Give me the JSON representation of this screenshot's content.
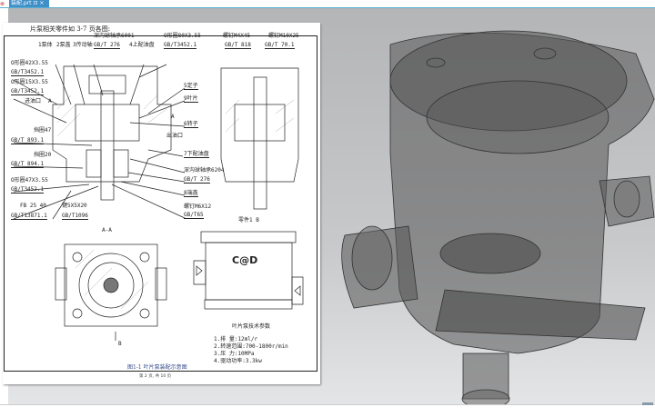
{
  "tab": {
    "label": "装配.prt",
    "pin": "⊡",
    "close": "×"
  },
  "doc": {
    "title": "片泵相关零件如 3-7 页各图:",
    "labels": {
      "l1": "1泵体",
      "l2": "2泵盖",
      "l3": "3传动轴",
      "bearing1": "深沟球轴承6001",
      "bearing1_std": "GB/T 276",
      "l4": "4上配油盘",
      "oring80": "O形圈80X3.55",
      "oring80_std": "GB/T3452.1",
      "screw4": "螺钉M4X45",
      "screw4_std": "GB/T 818",
      "screw10": "螺钉M10X25",
      "screw10_std": "GB/T 70.1",
      "oring42": "O形圈42X3.55",
      "oring42_std": "GB/T3452.1",
      "oring15": "O形圈15X3.55",
      "oring15_std": "GB/T3452.1",
      "l5": "5定子",
      "l9": "9叶片",
      "l6": "6转子",
      "inlet": "进油口",
      "outlet": "出油口",
      "l7": "7下配油盘",
      "bearing2": "深沟球轴承6204",
      "bearing2_std": "GB/T 276",
      "l8": "8端盖",
      "screw6": "螺钉M6X12",
      "screw6_std": "GB/T65",
      "ring47": "挡圈47",
      "ring47_std": "GB/T 893.1",
      "ring20": "挡圈20",
      "ring20_std": "GB/T 894.1",
      "oring47": "O形圈47X3.55",
      "oring47_std": "GB/T3452.1",
      "seal": "FB 25 40",
      "seal_std": "GB/T13871.1",
      "key": "键5X5X20",
      "key_std": "GB/T1096",
      "partb": "零件1 B",
      "section": "A-A",
      "arrowB": "B",
      "markA1": "A",
      "markA2": "A",
      "logo": "C@D"
    },
    "params": {
      "heading": "叶片泵技术参数",
      "items": [
        "1.排  量:12ml/r",
        "2.转速范围:700-1800r/min",
        "3.压  力:10MPa",
        "4.驱动功率:3.3kw"
      ]
    },
    "caption": "图1-1 叶片泵装配示意图",
    "footer": "第 2 页, 共 10 页"
  }
}
